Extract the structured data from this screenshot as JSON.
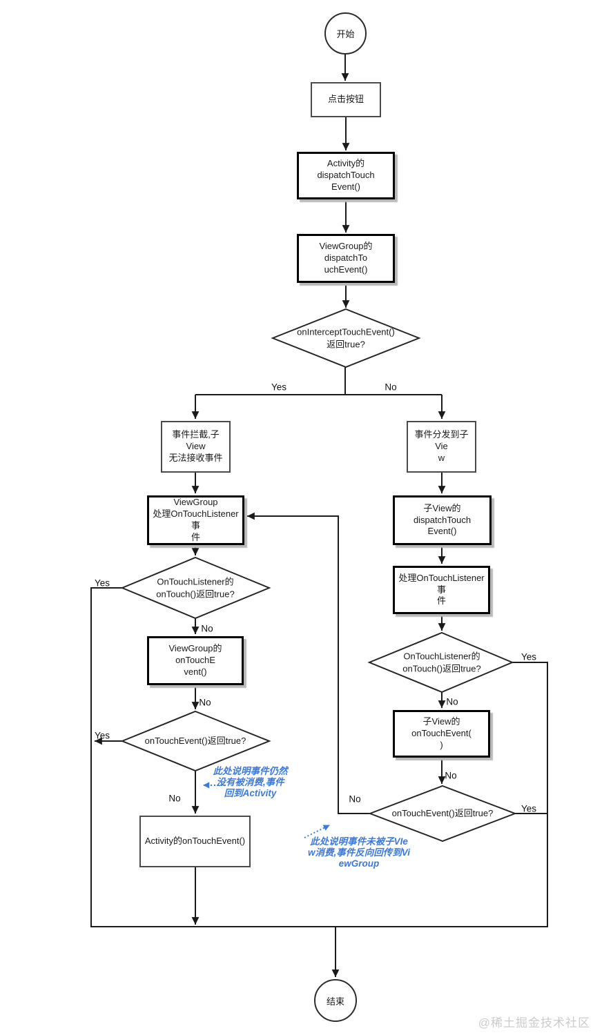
{
  "diagram": {
    "nodes": {
      "start": "开始",
      "click_button": "点击按钮",
      "activity_dispatch": "Activity的dispatchTouch\nEvent()",
      "viewgroup_dispatch": "ViewGroup的dispatchTo\nuchEvent()",
      "intercept_decision": "onInterceptTouchEvent()\n返回true?",
      "event_intercepted": "事件拦截,子View\n无法接收事件",
      "event_to_child": "事件分发到子Vie\nw",
      "viewgroup_listener": "ViewGroup\n处理OnTouchListener事\n件",
      "child_dispatch": "子View的dispatchTouch\nEvent()",
      "left_ontouch_decision": "OnTouchListener的\nonTouch()返回true?",
      "viewgroup_ontouchevent": "ViewGroup的onTouchE\nvent()",
      "left_ontouchevent_decision": "onTouchEvent()返回true?",
      "activity_ontouchevent": "Activity的onTouchEvent()",
      "child_listener": "处理OnTouchListener事\n件",
      "right_ontouch_decision": "OnTouchListener的\nonTouch()返回true?",
      "child_ontouchevent": "子View的onTouchEvent(\n)",
      "right_ontouchevent_decision": "onTouchEvent()返回true?",
      "end": "结束"
    },
    "edge_labels": {
      "yes": "Yes",
      "no": "No"
    },
    "annotations": {
      "back_to_activity": "此处说明事件仍然\n没有被消费,事件\n回到Activity",
      "back_to_viewgroup": "此处说明事件未被子VIe\nw消费,事件反向回传到Vi\newGroup"
    },
    "watermark": "@稀土掘金技术社区"
  },
  "colors": {
    "line": "#1a1a1a",
    "annotation_blue": "#3b7add",
    "watermark_gray": "#cbcbcb"
  }
}
